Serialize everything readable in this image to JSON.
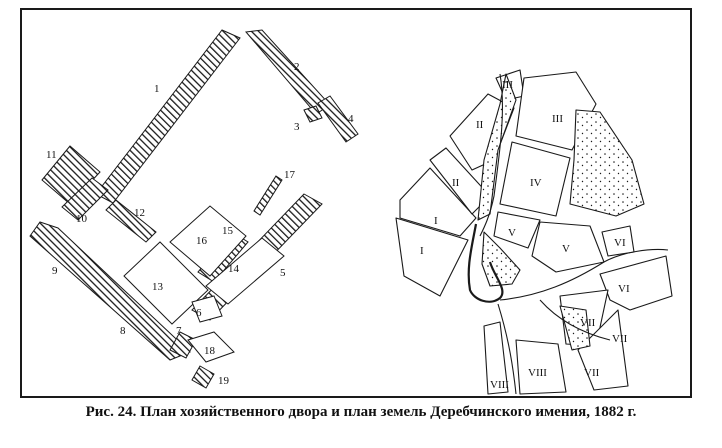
{
  "caption": "Рис. 24. План хозяйственного двора и план земель Деребчинского имения, 1882 г.",
  "farmyard_plan": {
    "building_labels": [
      "1",
      "2",
      "3",
      "4",
      "5",
      "6",
      "7",
      "8",
      "9",
      "10",
      "11",
      "12",
      "13",
      "14",
      "15",
      "16",
      "17",
      "18",
      "19"
    ]
  },
  "land_plan": {
    "field_labels": [
      "I",
      "I",
      "II",
      "II",
      "III",
      "III",
      "IV",
      "V",
      "V",
      "VI",
      "VI",
      "VII",
      "VII",
      "VII",
      "VIII",
      "VIII"
    ]
  },
  "colors": {
    "ink": "#1a1a1a",
    "paper": "#ffffff"
  }
}
